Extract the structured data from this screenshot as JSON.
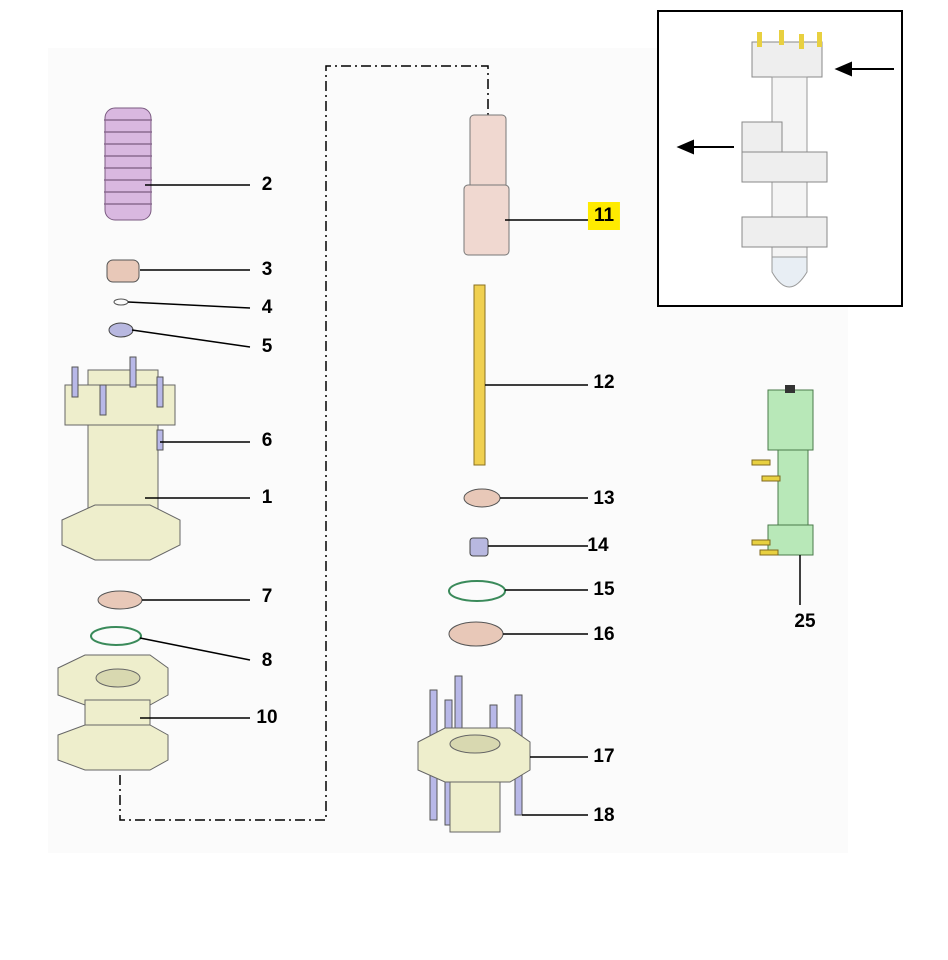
{
  "diagram": {
    "highlight_color": "#ffeb00",
    "parts": [
      {
        "id": "2",
        "label": "2"
      },
      {
        "id": "3",
        "label": "3"
      },
      {
        "id": "4",
        "label": "4"
      },
      {
        "id": "5",
        "label": "5"
      },
      {
        "id": "6",
        "label": "6"
      },
      {
        "id": "1",
        "label": "1"
      },
      {
        "id": "7",
        "label": "7"
      },
      {
        "id": "8",
        "label": "8"
      },
      {
        "id": "10",
        "label": "10"
      },
      {
        "id": "11",
        "label": "11",
        "highlighted": true
      },
      {
        "id": "12",
        "label": "12"
      },
      {
        "id": "13",
        "label": "13"
      },
      {
        "id": "14",
        "label": "14"
      },
      {
        "id": "15",
        "label": "15"
      },
      {
        "id": "16",
        "label": "16"
      },
      {
        "id": "17",
        "label": "17"
      },
      {
        "id": "18",
        "label": "18"
      },
      {
        "id": "25",
        "label": "25"
      }
    ]
  }
}
